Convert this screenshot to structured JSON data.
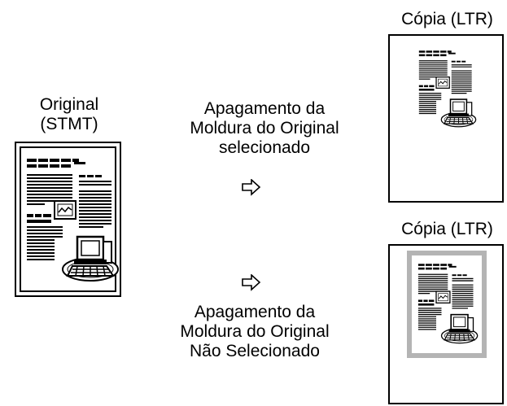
{
  "original": {
    "line1": "Original",
    "line2": "(STMT)"
  },
  "selected": {
    "line1": "Apagamento da",
    "line2": "Moldura do Original",
    "line3": "selecionado"
  },
  "not_selected": {
    "line1": "Apagamento da",
    "line2": "Moldura do Original",
    "line3": "Não Selecionado"
  },
  "copy_top": {
    "label": "Cópia (LTR)"
  },
  "copy_bottom": {
    "label": "Cópia (LTR)"
  },
  "icons": {
    "arrow": "hollow-right-arrow-icon",
    "document": "document-page-icon",
    "computer": "computer-terminal-icon",
    "chart": "line-chart-icon"
  },
  "colors": {
    "frame_gray": "#b4b4b4",
    "ink": "#000000"
  }
}
